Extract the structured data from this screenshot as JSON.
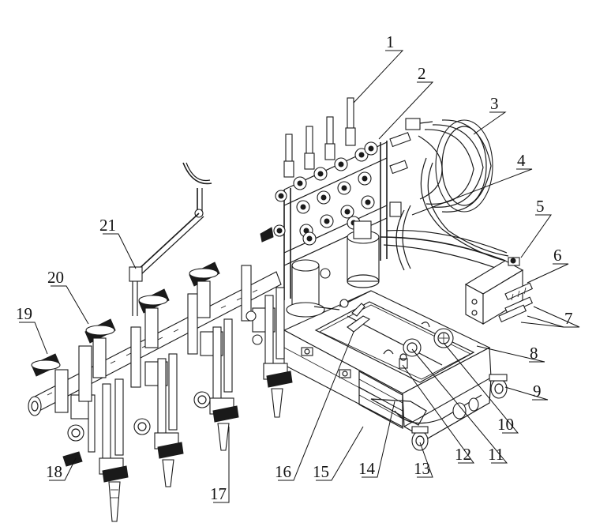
{
  "diagram": {
    "colors": {
      "line": "#1a1a1a",
      "background": "#ffffff"
    },
    "callouts": [
      {
        "id": "c1",
        "label": "1"
      },
      {
        "id": "c2",
        "label": "2"
      },
      {
        "id": "c3",
        "label": "3"
      },
      {
        "id": "c4",
        "label": "4"
      },
      {
        "id": "c5",
        "label": "5"
      },
      {
        "id": "c6",
        "label": "6"
      },
      {
        "id": "c7",
        "label": "7"
      },
      {
        "id": "c8",
        "label": "8"
      },
      {
        "id": "c9",
        "label": "9"
      },
      {
        "id": "c10",
        "label": "10"
      },
      {
        "id": "c11",
        "label": "11"
      },
      {
        "id": "c12",
        "label": "12"
      },
      {
        "id": "c13",
        "label": "13"
      },
      {
        "id": "c14",
        "label": "14"
      },
      {
        "id": "c15",
        "label": "15"
      },
      {
        "id": "c16",
        "label": "16"
      },
      {
        "id": "c17",
        "label": "17"
      },
      {
        "id": "c18",
        "label": "18"
      },
      {
        "id": "c19",
        "label": "19"
      },
      {
        "id": "c20",
        "label": "20"
      },
      {
        "id": "c21",
        "label": "21"
      }
    ]
  }
}
